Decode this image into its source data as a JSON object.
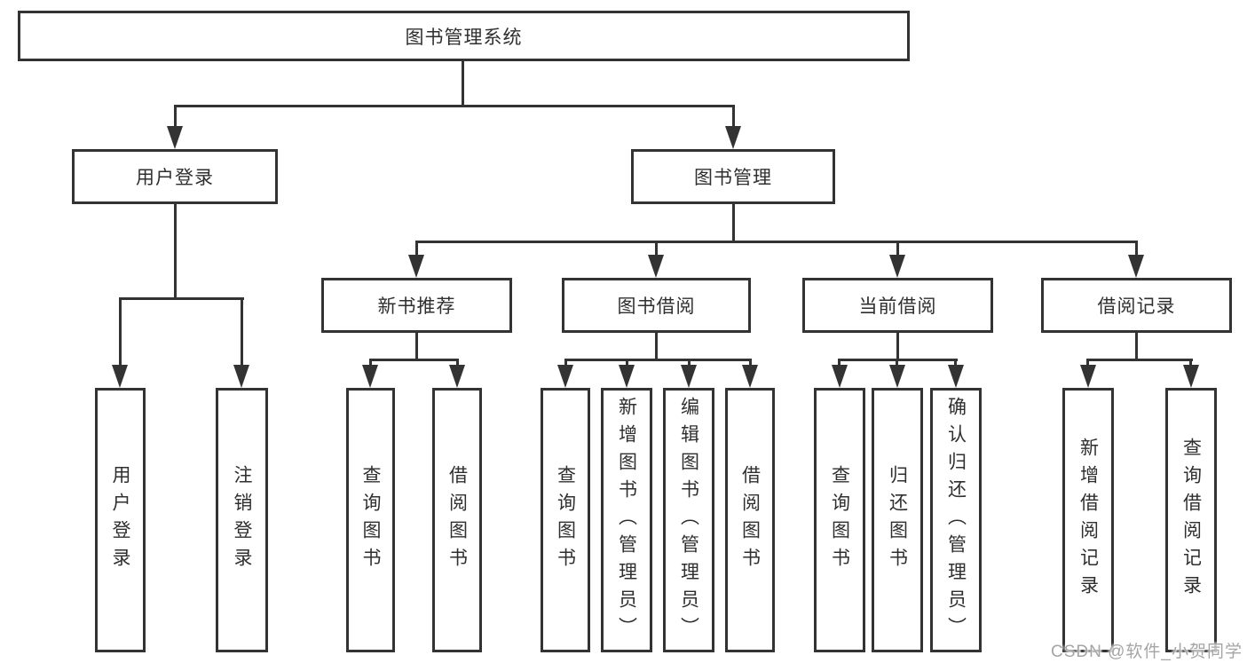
{
  "colors": {
    "line": "#333333",
    "text": "#2f2f2f",
    "background": "#ffffff",
    "watermark": "#a5a5a5"
  },
  "watermark": {
    "text": "CSDN @软件_小贺同学"
  },
  "tree": {
    "root": {
      "label": "图书管理系统"
    },
    "children": [
      {
        "label": "用户登录",
        "children": [
          {
            "label": "用户登录"
          },
          {
            "label": "注销登录"
          }
        ]
      },
      {
        "label": "图书管理",
        "children": [
          {
            "label": "新书推荐",
            "children": [
              {
                "label": "查询图书"
              },
              {
                "label": "借阅图书"
              }
            ]
          },
          {
            "label": "图书借阅",
            "children": [
              {
                "label": "查询图书"
              },
              {
                "label": "新增图书（管理员）"
              },
              {
                "label": "编辑图书（管理员）"
              },
              {
                "label": "借阅图书"
              }
            ]
          },
          {
            "label": "当前借阅",
            "children": [
              {
                "label": "查询图书"
              },
              {
                "label": "归还图书"
              },
              {
                "label": "确认归还（管理员）"
              }
            ]
          },
          {
            "label": "借阅记录",
            "children": [
              {
                "label": "新增借阅记录"
              },
              {
                "label": "查询借阅记录"
              }
            ]
          }
        ]
      }
    ]
  }
}
